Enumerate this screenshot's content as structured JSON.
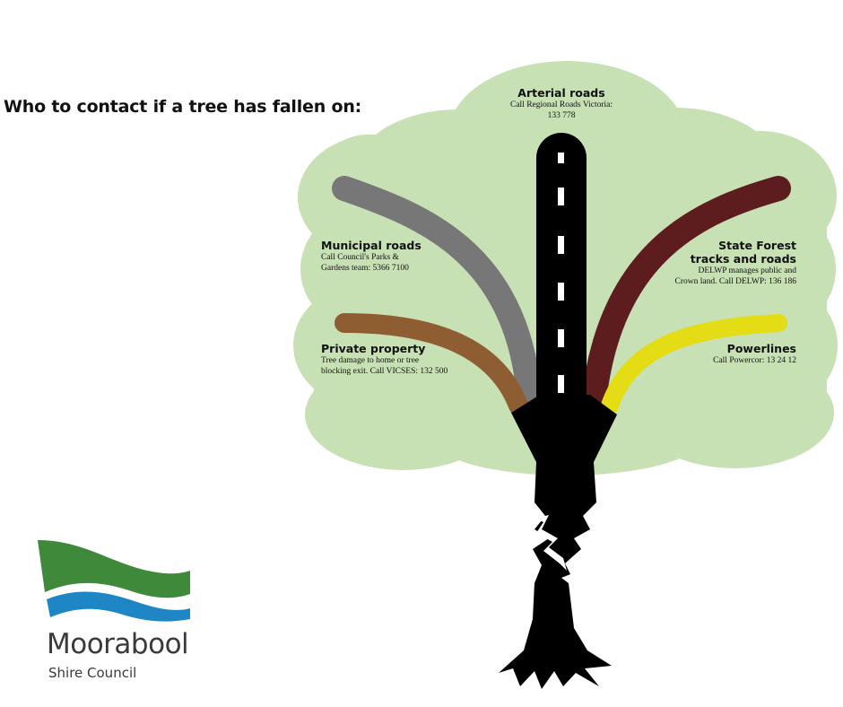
{
  "heading": "Who to contact if a tree has fallen on:",
  "branches": {
    "arterial": {
      "title": "Arterial roads",
      "detail_1": "Call Regional Roads Victoria:",
      "detail_2": "133 778"
    },
    "municipal": {
      "title": "Municipal roads",
      "detail_1": "Call Council's Parks &",
      "detail_2": "Gardens team: 5366 7100"
    },
    "private": {
      "title": "Private property",
      "detail_1": "Tree damage to home or tree",
      "detail_2": "blocking exit. Call VICSES: 132 500"
    },
    "state_forest": {
      "title_1": "State Forest",
      "title_2": "tracks and roads",
      "detail_1": "DELWP manages public and",
      "detail_2": "Crown land. Call DELWP: 136 186"
    },
    "powerlines": {
      "title": "Powerlines",
      "detail_1": "Call Powercor: 13 24 12"
    }
  },
  "logo": {
    "name": "Moorabool",
    "subtitle": "Shire Council"
  },
  "colors": {
    "canopy": "#c7e0b4",
    "arterial": "#000000",
    "municipal": "#777777",
    "private": "#8e5e32",
    "state_forest": "#5d1d1e",
    "powerlines": "#e4dc14",
    "logo_green": "#3f8a3a",
    "logo_blue": "#1f86c6"
  }
}
